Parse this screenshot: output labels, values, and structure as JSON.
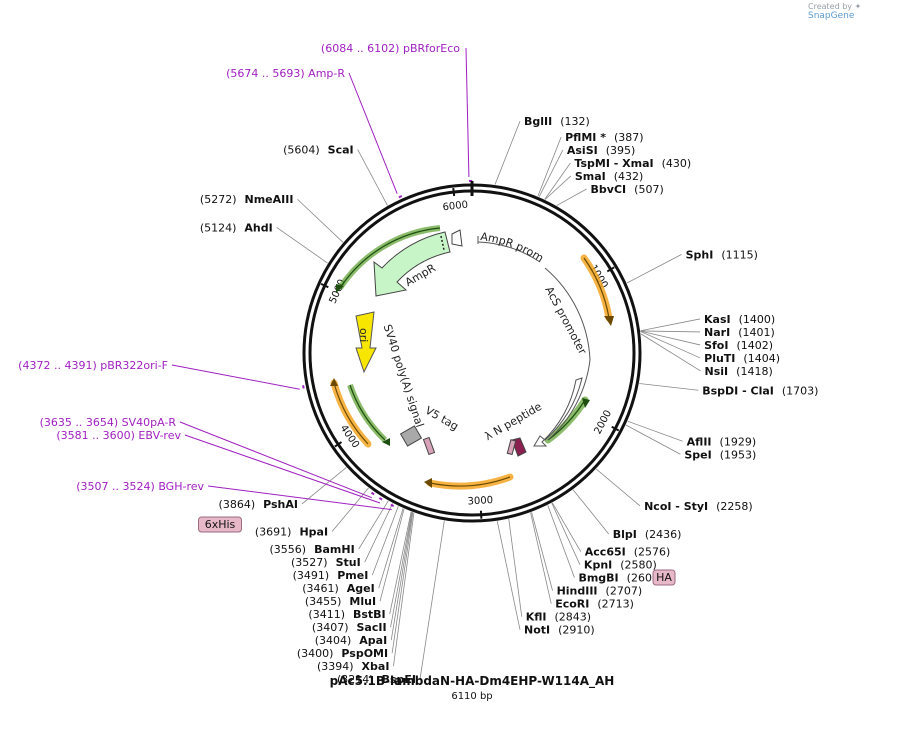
{
  "credit": {
    "prefix": "Created by",
    "brand": "SnapGene"
  },
  "plasmid": {
    "name": "pAc5.1B-lambdaN-HA-Dm4EHP-W114A_AH",
    "size_label": "6110 bp",
    "length": 6110
  },
  "colors": {
    "primer": "#a01fc0",
    "backbone": "#111111",
    "orange_feature": "#f5a623",
    "green_feature": "#5aa02c",
    "ori": "#f7e600",
    "ampr": "#c8f5c8",
    "leader": "#a9a9a9"
  },
  "ticks": [
    {
      "pos": 1000,
      "label": "1000"
    },
    {
      "pos": 2000,
      "label": "2000"
    },
    {
      "pos": 3000,
      "label": "3000"
    },
    {
      "pos": 4000,
      "label": "4000"
    },
    {
      "pos": 5000,
      "label": "5000"
    },
    {
      "pos": 6000,
      "label": "6000"
    }
  ],
  "sites": [
    {
      "name": "BglII",
      "pos": "(132)",
      "bp": 132,
      "side": "right"
    },
    {
      "name": "PflMI *",
      "pos": "(387)",
      "bp": 387,
      "side": "right"
    },
    {
      "name": "AsiSI",
      "pos": "(395)",
      "bp": 395,
      "side": "right"
    },
    {
      "name": "TspMI - XmaI",
      "pos": "(430)",
      "bp": 430,
      "side": "right"
    },
    {
      "name": "SmaI",
      "pos": "(432)",
      "bp": 432,
      "side": "right"
    },
    {
      "name": "BbvCI",
      "pos": "(507)",
      "bp": 507,
      "side": "right"
    },
    {
      "name": "SphI",
      "pos": "(1115)",
      "bp": 1115,
      "side": "right"
    },
    {
      "name": "KasI",
      "pos": "(1400)",
      "bp": 1400,
      "side": "right"
    },
    {
      "name": "NarI",
      "pos": "(1401)",
      "bp": 1401,
      "side": "right"
    },
    {
      "name": "SfoI",
      "pos": "(1402)",
      "bp": 1402,
      "side": "right"
    },
    {
      "name": "PluTI",
      "pos": "(1404)",
      "bp": 1404,
      "side": "right"
    },
    {
      "name": "NsiI",
      "pos": "(1418)",
      "bp": 1418,
      "side": "right"
    },
    {
      "name": "BspDI - ClaI",
      "pos": "(1703)",
      "bp": 1703,
      "side": "right"
    },
    {
      "name": "AflII",
      "pos": "(1929)",
      "bp": 1929,
      "side": "right"
    },
    {
      "name": "SpeI",
      "pos": "(1953)",
      "bp": 1953,
      "side": "right"
    },
    {
      "name": "NcoI - StyI",
      "pos": "(2258)",
      "bp": 2258,
      "side": "right"
    },
    {
      "name": "BlpI",
      "pos": "(2436)",
      "bp": 2436,
      "side": "right"
    },
    {
      "name": "Acc65I",
      "pos": "(2576)",
      "bp": 2576,
      "side": "right"
    },
    {
      "name": "KpnI",
      "pos": "(2580)",
      "bp": 2580,
      "side": "right"
    },
    {
      "name": "BmgBI",
      "pos": "(2606)",
      "bp": 2606,
      "side": "right"
    },
    {
      "name": "HindIII",
      "pos": "(2707)",
      "bp": 2707,
      "side": "right"
    },
    {
      "name": "EcoRI",
      "pos": "(2713)",
      "bp": 2713,
      "side": "right"
    },
    {
      "name": "KflI",
      "pos": "(2843)",
      "bp": 2843,
      "side": "right"
    },
    {
      "name": "NotI",
      "pos": "(2910)",
      "bp": 2910,
      "side": "right"
    },
    {
      "name": "BspEI",
      "pos": "(3214)",
      "bp": 3214,
      "side": "left"
    },
    {
      "name": "XbaI",
      "pos": "(3394)",
      "bp": 3394,
      "side": "left"
    },
    {
      "name": "PspOMI",
      "pos": "(3400)",
      "bp": 3400,
      "side": "left"
    },
    {
      "name": "ApaI",
      "pos": "(3404)",
      "bp": 3404,
      "side": "left"
    },
    {
      "name": "SacII",
      "pos": "(3407)",
      "bp": 3407,
      "side": "left"
    },
    {
      "name": "BstBI",
      "pos": "(3411)",
      "bp": 3411,
      "side": "left"
    },
    {
      "name": "MluI",
      "pos": "(3455)",
      "bp": 3455,
      "side": "left"
    },
    {
      "name": "AgeI",
      "pos": "(3461)",
      "bp": 3461,
      "side": "left"
    },
    {
      "name": "PmeI",
      "pos": "(3491)",
      "bp": 3491,
      "side": "left"
    },
    {
      "name": "StuI",
      "pos": "(3527)",
      "bp": 3527,
      "side": "left"
    },
    {
      "name": "BamHI",
      "pos": "(3556)",
      "bp": 3556,
      "side": "left"
    },
    {
      "name": "HpaI",
      "pos": "(3691)",
      "bp": 3691,
      "side": "left"
    },
    {
      "name": "PshAI",
      "pos": "(3864)",
      "bp": 3864,
      "side": "left"
    },
    {
      "name": "AhdI",
      "pos": "(5124)",
      "bp": 5124,
      "side": "left"
    },
    {
      "name": "NmeAIII",
      "pos": "(5272)",
      "bp": 5272,
      "side": "left"
    },
    {
      "name": "ScaI",
      "pos": "(5604)",
      "bp": 5604,
      "side": "left"
    }
  ],
  "primers": [
    {
      "label": "(6084 .. 6102)  pBRforEco",
      "bp": 6093
    },
    {
      "label": "(5674 .. 5693)  Amp-R",
      "bp": 5683
    },
    {
      "label": "(4372 .. 4391)  pBR322ori-F",
      "bp": 4381
    },
    {
      "label": "(3635 .. 3654)  SV40pA-R",
      "bp": 3644
    },
    {
      "label": "(3581 .. 3600)  EBV-rev",
      "bp": 3590
    },
    {
      "label": "(3507 .. 3524)  BGH-rev",
      "bp": 3515
    }
  ],
  "feature_tags": [
    {
      "name": "6xHis",
      "bp": 3480
    },
    {
      "name": "HA",
      "bp": 2700
    }
  ],
  "features": [
    {
      "name": "AmpR promoter",
      "kind": "promoter"
    },
    {
      "name": "AcS promoter",
      "kind": "promoter"
    },
    {
      "name": "AmpR",
      "kind": "gene"
    },
    {
      "name": "ori",
      "kind": "origin"
    },
    {
      "name": "SV40 poly(A) signal",
      "kind": "terminator"
    },
    {
      "name": "V5 tag",
      "kind": "tag"
    },
    {
      "name": "λ N peptide",
      "kind": "tag"
    }
  ]
}
